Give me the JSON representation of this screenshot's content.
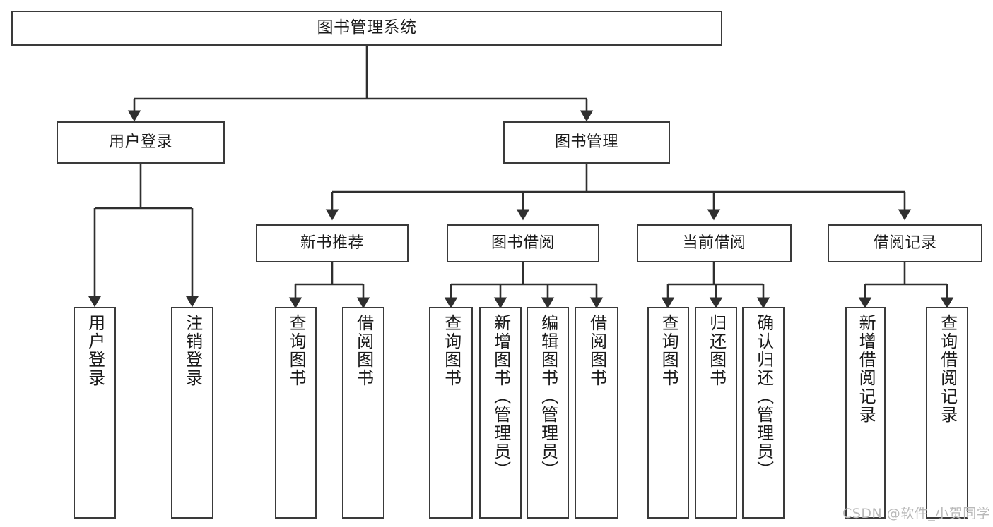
{
  "diagram": {
    "title": "图书管理系统",
    "type": "tree-hierarchy-chart",
    "watermark": "CSDN @软件_小贺同学",
    "colors": {
      "stroke": "#3a3a3a",
      "fill": "#ffffff",
      "text": "#1a1a1a",
      "watermark": "#b9b9b9",
      "background": "#ffffff"
    },
    "nodes": {
      "root": {
        "label": "图书管理系统"
      },
      "level1": [
        {
          "id": "user-login",
          "label": "用户登录"
        },
        {
          "id": "book-manage",
          "label": "图书管理"
        }
      ],
      "level2": [
        {
          "id": "new-book-recommend",
          "label": "新书推荐"
        },
        {
          "id": "book-borrow",
          "label": "图书借阅"
        },
        {
          "id": "current-borrow",
          "label": "当前借阅"
        },
        {
          "id": "borrow-record",
          "label": "借阅记录"
        }
      ],
      "leaves": {
        "user-login": [
          {
            "id": "leaf-user-login",
            "label": "用户登录"
          },
          {
            "id": "leaf-user-logout",
            "label": "注销登录"
          }
        ],
        "new-book-recommend": [
          {
            "id": "leaf-query-book-1",
            "label": "查询图书"
          },
          {
            "id": "leaf-borrow-book-1",
            "label": "借阅图书"
          }
        ],
        "book-borrow": [
          {
            "id": "leaf-query-book-2",
            "label": "查询图书"
          },
          {
            "id": "leaf-add-book",
            "label": "新增图书（管理员）"
          },
          {
            "id": "leaf-edit-book",
            "label": "编辑图书（管理员）"
          },
          {
            "id": "leaf-borrow-book-2",
            "label": "借阅图书"
          }
        ],
        "current-borrow": [
          {
            "id": "leaf-query-book-3",
            "label": "查询图书"
          },
          {
            "id": "leaf-return-book",
            "label": "归还图书"
          },
          {
            "id": "leaf-confirm-return",
            "label": "确认归还（管理员）"
          }
        ],
        "borrow-record": [
          {
            "id": "leaf-add-record",
            "label": "新增借阅记录"
          },
          {
            "id": "leaf-query-record",
            "label": "查询借阅记录"
          }
        ]
      }
    }
  }
}
